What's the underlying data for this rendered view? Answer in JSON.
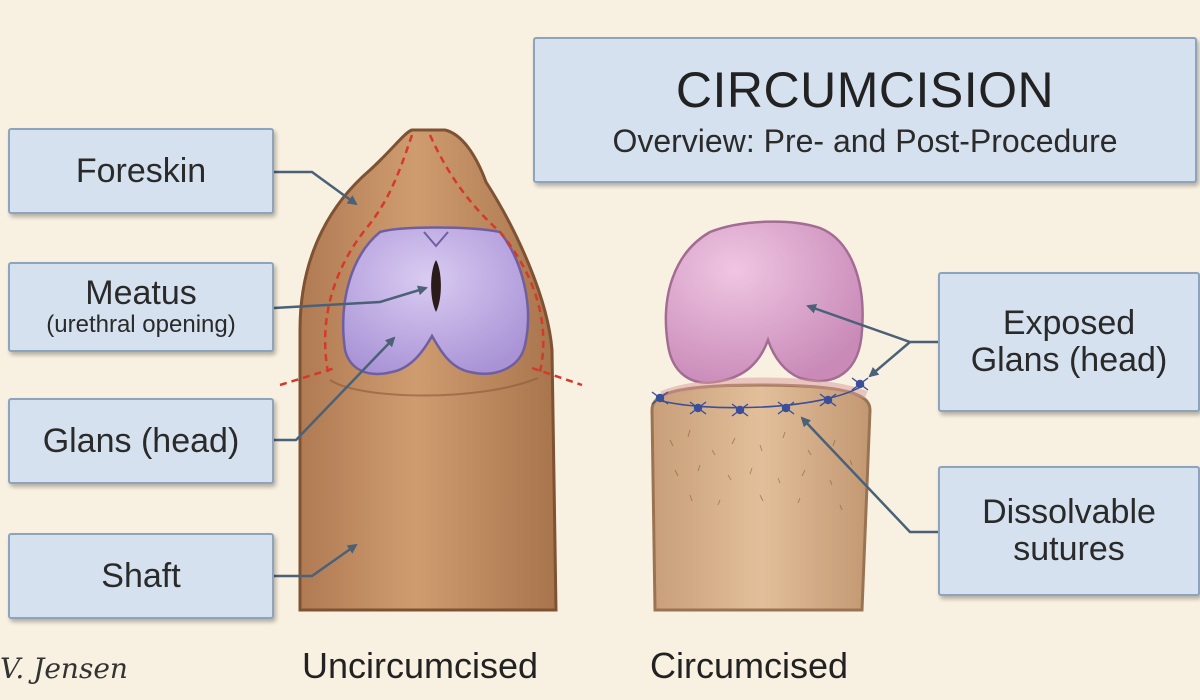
{
  "title": {
    "main": "CIRCUMCISION",
    "subtitle": "Overview: Pre- and Post-Procedure"
  },
  "left_labels": {
    "foreskin": "Foreskin",
    "meatus": "Meatus",
    "meatus_sub": "(urethral opening)",
    "glans": "Glans (head)",
    "shaft": "Shaft"
  },
  "right_labels": {
    "exposed_glans_line1": "Exposed",
    "exposed_glans_line2": "Glans (head)",
    "sutures_line1": "Dissolvable",
    "sutures_line2": "sutures"
  },
  "captions": {
    "uncircumcised": "Uncircumcised",
    "circumcised": "Circumcised"
  },
  "signature": "V. Jensen",
  "colors": {
    "background": "#f8f1e1",
    "label_box": "#d5e1ee",
    "skin": "#c49065",
    "glans": "#c7b3e6",
    "glans_exposed": "#d9a0c8",
    "cut_line": "#d43a2a",
    "suture": "#3a4f9a",
    "arrow": "#4b6178"
  }
}
